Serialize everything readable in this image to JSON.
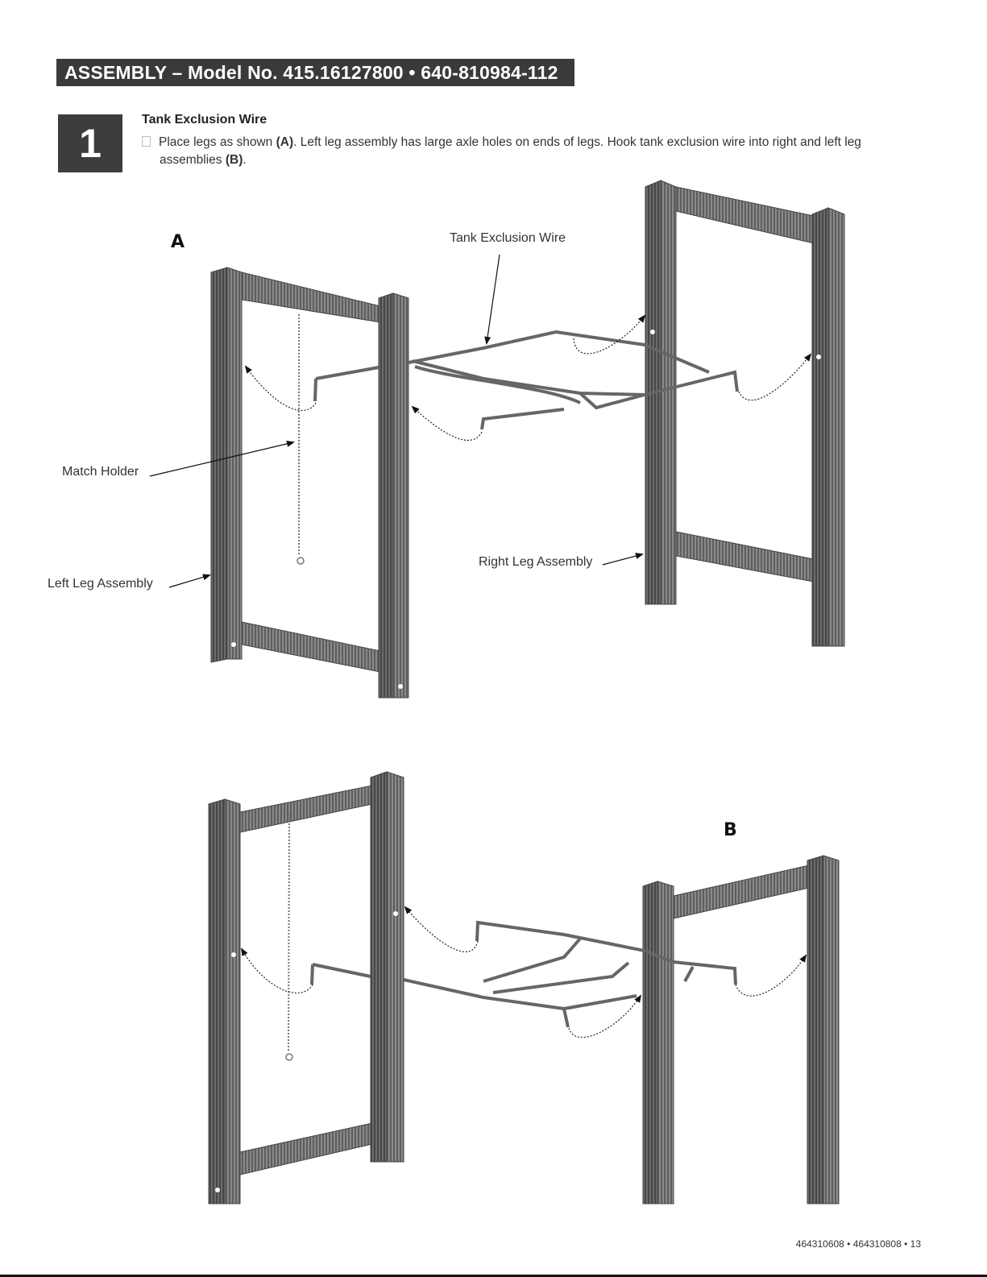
{
  "header": {
    "banner": "ASSEMBLY – Model No. 415.16127800 • 640-810984-112"
  },
  "step": {
    "number": "1",
    "title": "Tank Exclusion Wire",
    "text_part1": "Place legs as shown ",
    "ref_a": "(A)",
    "text_part2": ". Left leg assembly has large axle holes on ends of legs. Hook tank exclusion wire into right and left leg",
    "text_part3": "assemblies ",
    "ref_b": "(B)",
    "text_part4": "."
  },
  "figure_a": {
    "label": "A",
    "callouts": {
      "tank_exclusion_wire": "Tank Exclusion Wire",
      "match_holder": "Match Holder",
      "left_leg_assembly": "Left Leg Assembly",
      "right_leg_assembly": "Right Leg Assembly"
    }
  },
  "figure_b": {
    "label": "B"
  },
  "footer": {
    "page_ref": "464310608 • 464310808 • 13"
  }
}
